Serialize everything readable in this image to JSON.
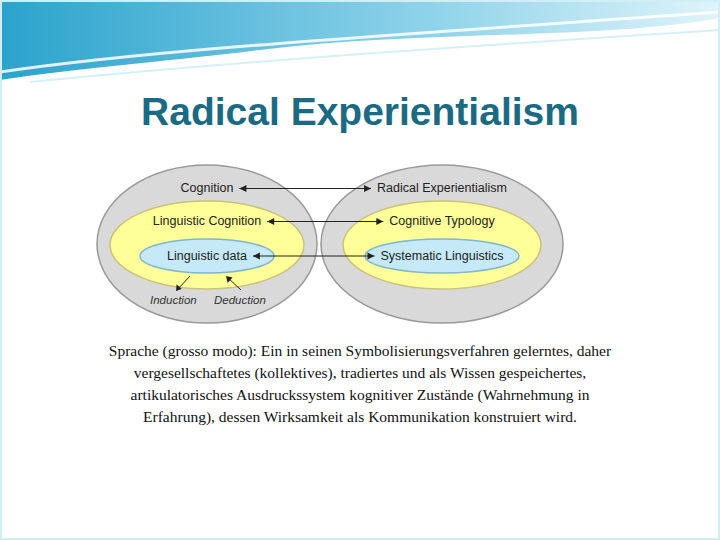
{
  "diagram": {
    "title": "Radical Experientialism",
    "caption": "Sprache (grosso modo): Ein in seinen Symbolisierungsverfahren gelerntes, daher vergesellschaftetes (kollektives), tradiertes und als Wissen gespeichertes, artikulatorisches Ausdruckssystem kognitiver Zustände (Wahrnehmung in Erfahrung), dessen Wirksamkeit als Kommunikation konstruiert wird.",
    "nodes": [
      {
        "text": [
          "Cognition"
        ]
      },
      {
        "text": [
          "Linguistic Cognition"
        ],
        "in": 0
      },
      {
        "text": [
          "Linguistic data"
        ],
        "in": 1
      },
      {
        "text": [
          "Radical Experientialism"
        ]
      },
      {
        "text": [
          "Cognitive Typology"
        ],
        "in": 3
      },
      {
        "text": [
          "Systematic Linguistics"
        ],
        "in": 4
      }
    ],
    "edges": [
      {
        "from": 0,
        "to": 3,
        "arrow": "both"
      },
      {
        "from": 1,
        "to": 4,
        "arrow": "both"
      },
      {
        "from": 2,
        "to": 5,
        "arrow": "both"
      }
    ],
    "labels": [
      "Induction",
      "Deduction"
    ]
  }
}
